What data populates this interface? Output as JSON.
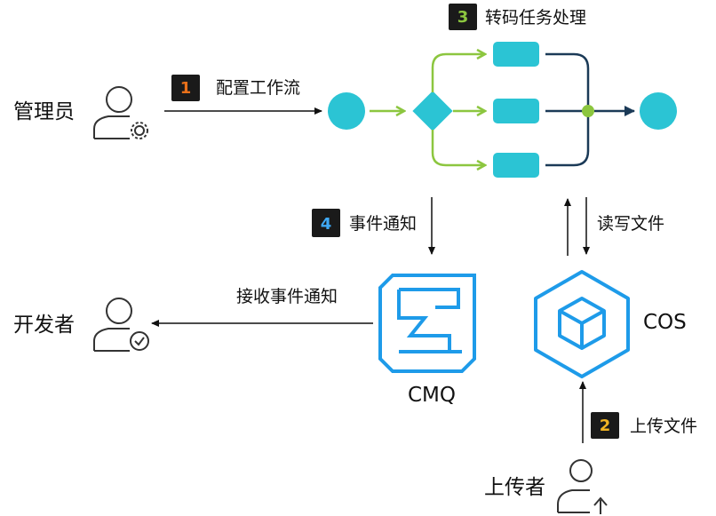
{
  "actors": {
    "admin": "管理员",
    "developer": "开发者",
    "uploader": "上传者"
  },
  "services": {
    "cmq": "CMQ",
    "cos": "COS"
  },
  "steps": [
    {
      "number": "1",
      "label": "配置工作流",
      "badge_color": "#e8701a"
    },
    {
      "number": "2",
      "label": "上传文件",
      "badge_color": "#f0b323"
    },
    {
      "number": "3",
      "label": "转码任务处理",
      "badge_color": "#8cc63f"
    },
    {
      "number": "4",
      "label": "事件通知",
      "badge_color": "#3fa9f5"
    }
  ],
  "receive_label": "接收事件通知",
  "colors": {
    "node": "#2bc4d4",
    "green_edge": "#8cc63f",
    "navy_edge": "#1b3a57",
    "service_blue": "#1e9be9",
    "badge_bg": "#1a1a1a"
  },
  "icons": [
    "user-gear-icon",
    "user-check-icon",
    "user-upload-icon",
    "cmq-icon",
    "cos-cube-icon"
  ]
}
